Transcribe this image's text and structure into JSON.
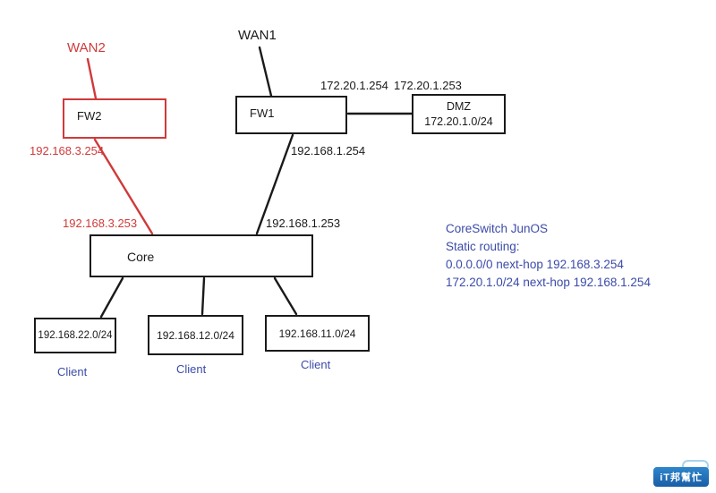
{
  "colors": {
    "red": "#cf3a3a",
    "blue": "#3b4ba8",
    "ink": "#1a1a1a"
  },
  "nodes": {
    "wan2": "WAN2",
    "wan1": "WAN1",
    "fw2": "FW2",
    "fw1": "FW1",
    "dmz_title": "DMZ",
    "dmz_subnet": "172.20.1.0/24",
    "core": "Core",
    "client1_subnet": "192.168.22.0/24",
    "client2_subnet": "192.168.12.0/24",
    "client3_subnet": "192.168.11.0/24",
    "client_label": "Client"
  },
  "edge_labels": {
    "fw1_wan_ip": "172.20.1.254",
    "dmz_ip": "172.20.1.253",
    "fw2_lan_ip": "192.168.3.254",
    "fw1_lan_ip": "192.168.1.254",
    "core_to_fw2_ip": "192.168.3.253",
    "core_to_fw1_ip": "192.168.1.253"
  },
  "annotation": {
    "line1": "CoreSwitch JunOS",
    "line2": "Static routing:",
    "line3": "0.0.0.0/0 next-hop 192.168.3.254",
    "line4": "172.20.1.0/24 next-hop 192.168.1.254"
  },
  "watermark": "iT邦幫忙"
}
